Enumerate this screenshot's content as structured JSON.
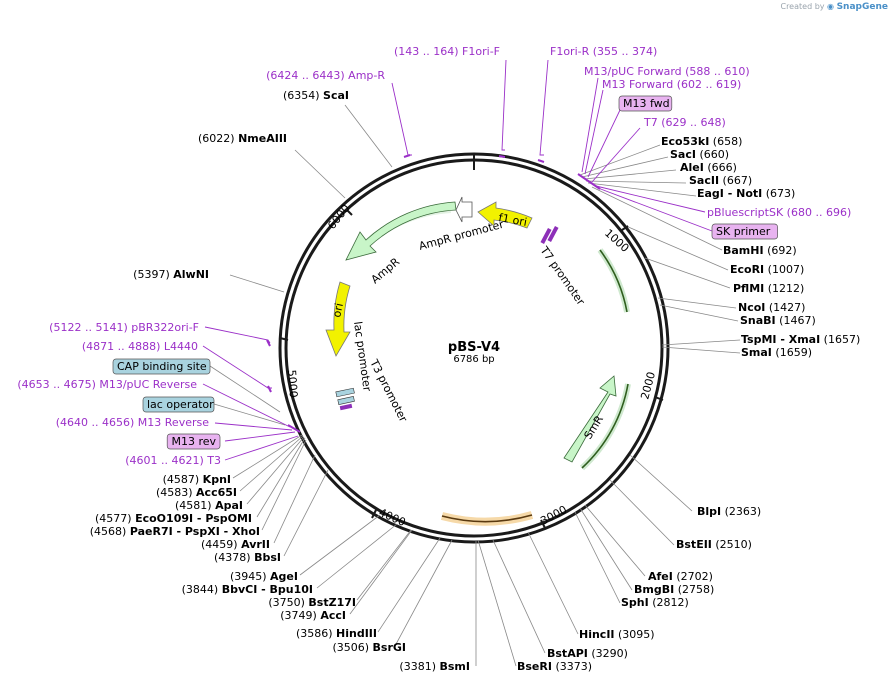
{
  "credit": {
    "prefix": "Created by",
    "brand": "SnapGene"
  },
  "plasmid": {
    "name": "pBS-V4",
    "size_label": "6786 bp",
    "length": 6786
  },
  "ticks": [
    "1000",
    "2000",
    "3000",
    "4000",
    "5000",
    "6000"
  ],
  "features": [
    {
      "name": "f1 ori",
      "type": "ori",
      "color": "#f2f200"
    },
    {
      "name": "AmpR",
      "type": "cds",
      "color": "#c8f5c8"
    },
    {
      "name": "AmpR promoter",
      "type": "promoter",
      "color": "#ffffff"
    },
    {
      "name": "ori",
      "type": "ori",
      "color": "#f2f200"
    },
    {
      "name": "lac promoter",
      "type": "promoter",
      "color": "#ffffff"
    },
    {
      "name": "T3 promoter",
      "type": "promoter",
      "color": "#ffffff"
    },
    {
      "name": "T7 promoter",
      "type": "promoter",
      "color": "#ffffff"
    },
    {
      "name": "SmR",
      "type": "cds",
      "color": "#c8f5c8"
    }
  ],
  "enzymes": [
    {
      "name": "ScaI",
      "pos": "6354"
    },
    {
      "name": "NmeAIII",
      "pos": "6022"
    },
    {
      "name": "AlwNI",
      "pos": "5397"
    },
    {
      "name": "Eco53kI",
      "pos": "658"
    },
    {
      "name": "SacI",
      "pos": "660"
    },
    {
      "name": "AleI",
      "pos": "666"
    },
    {
      "name": "SacII",
      "pos": "667"
    },
    {
      "name": "EagI  -  NotI",
      "pos": "673"
    },
    {
      "name": "BamHI",
      "pos": "692"
    },
    {
      "name": "EcoRI",
      "pos": "1007"
    },
    {
      "name": "PflMI",
      "pos": "1212"
    },
    {
      "name": "NcoI",
      "pos": "1427"
    },
    {
      "name": "SnaBI",
      "pos": "1467"
    },
    {
      "name": "TspMI  -  XmaI",
      "pos": "1657"
    },
    {
      "name": "SmaI",
      "pos": "1659"
    },
    {
      "name": "BlpI",
      "pos": "2363"
    },
    {
      "name": "BstEII",
      "pos": "2510"
    },
    {
      "name": "AfeI",
      "pos": "2702"
    },
    {
      "name": "BmgBI",
      "pos": "2758"
    },
    {
      "name": "SphI",
      "pos": "2812"
    },
    {
      "name": "HincII",
      "pos": "3095"
    },
    {
      "name": "BstAPI",
      "pos": "3290"
    },
    {
      "name": "BseRI",
      "pos": "3373"
    },
    {
      "name": "BsmI",
      "pos": "3381"
    },
    {
      "name": "BsrGI",
      "pos": "3506"
    },
    {
      "name": "HindIII",
      "pos": "3586"
    },
    {
      "name": "AccI",
      "pos": "3749"
    },
    {
      "name": "BstZ17I",
      "pos": "3750"
    },
    {
      "name": "BbvCI  -  Bpu10I",
      "pos": "3844"
    },
    {
      "name": "AgeI",
      "pos": "3945"
    },
    {
      "name": "BbsI",
      "pos": "4378"
    },
    {
      "name": "AvrII",
      "pos": "4459"
    },
    {
      "name": "PaeR7I  -  PspXI  -  XhoI",
      "pos": "4568"
    },
    {
      "name": "EcoO109I  -  PspOMI",
      "pos": "4577"
    },
    {
      "name": "ApaI",
      "pos": "4581"
    },
    {
      "name": "Acc65I",
      "pos": "4583"
    },
    {
      "name": "KpnI",
      "pos": "4587"
    }
  ],
  "primers": [
    {
      "text": "(143 .. 164)  F1ori-F"
    },
    {
      "text": "F1ori-R    (355 .. 374)"
    },
    {
      "text": "(6424 .. 6443)  Amp-R"
    },
    {
      "text": "M13/pUC Forward    (588 .. 610)"
    },
    {
      "text": "M13 Forward    (602 .. 619)"
    },
    {
      "text": "M13 fwd",
      "boxed": true
    },
    {
      "text": "T7    (629 .. 648)"
    },
    {
      "text": "pBluescriptSK    (680 .. 696)"
    },
    {
      "text": "SK primer",
      "boxed": true
    },
    {
      "text": "(5122 .. 5141)  pBR322ori-F"
    },
    {
      "text": "(4871 .. 4888)  L4440"
    },
    {
      "text": "(4653 .. 4675)  M13/pUC Reverse"
    },
    {
      "text": "(4640 .. 4656)  M13 Reverse"
    },
    {
      "text": "M13 rev",
      "boxed": true
    },
    {
      "text": "(4601 .. 4621)  T3"
    }
  ],
  "misc_features": [
    {
      "text": "CAP binding site",
      "color": "#a9d3df"
    },
    {
      "text": "lac operator",
      "color": "#a9d3df"
    }
  ],
  "colors": {
    "backbone": "#1a1a1a",
    "primer": "#9b30c8",
    "primer_box": "#e8b3f0",
    "misc_box": "#a9d3df",
    "feature_green": "#c8f5c8",
    "feature_yellow": "#f2f200"
  }
}
